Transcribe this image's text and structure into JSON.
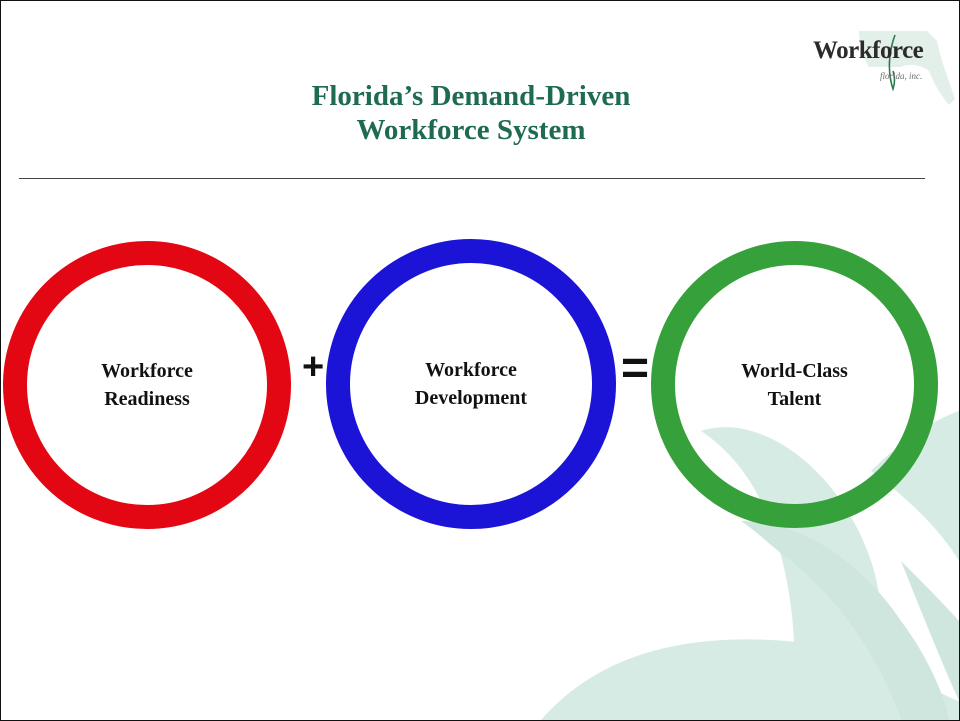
{
  "slide": {
    "title_line1": "Florida’s Demand-Driven",
    "title_line2": "Workforce System"
  },
  "logo": {
    "wordmark": "Workforce",
    "subtext": "florida, inc."
  },
  "equation": {
    "term1": "Workforce\nReadiness",
    "operator1": "+",
    "term2": "Workforce\nDevelopment",
    "operator2": "=",
    "result": "World-Class\nTalent"
  },
  "colors": {
    "title": "#1f6b4f",
    "term1_ring": "#e30613",
    "term2_ring": "#1b13d6",
    "result_ring": "#36a03a",
    "leaf_decoration": "#d7ebe5"
  }
}
